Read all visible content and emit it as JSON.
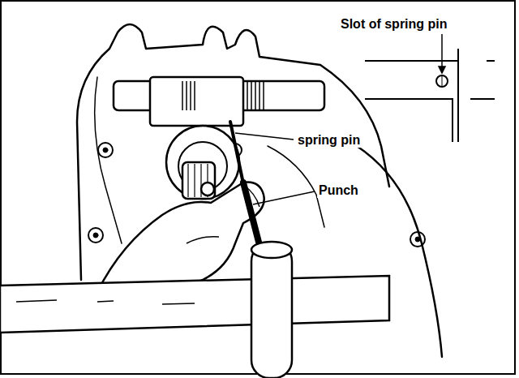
{
  "diagram": {
    "labels": [
      "Slot of spring pin",
      "spring pin",
      "Punch"
    ]
  }
}
